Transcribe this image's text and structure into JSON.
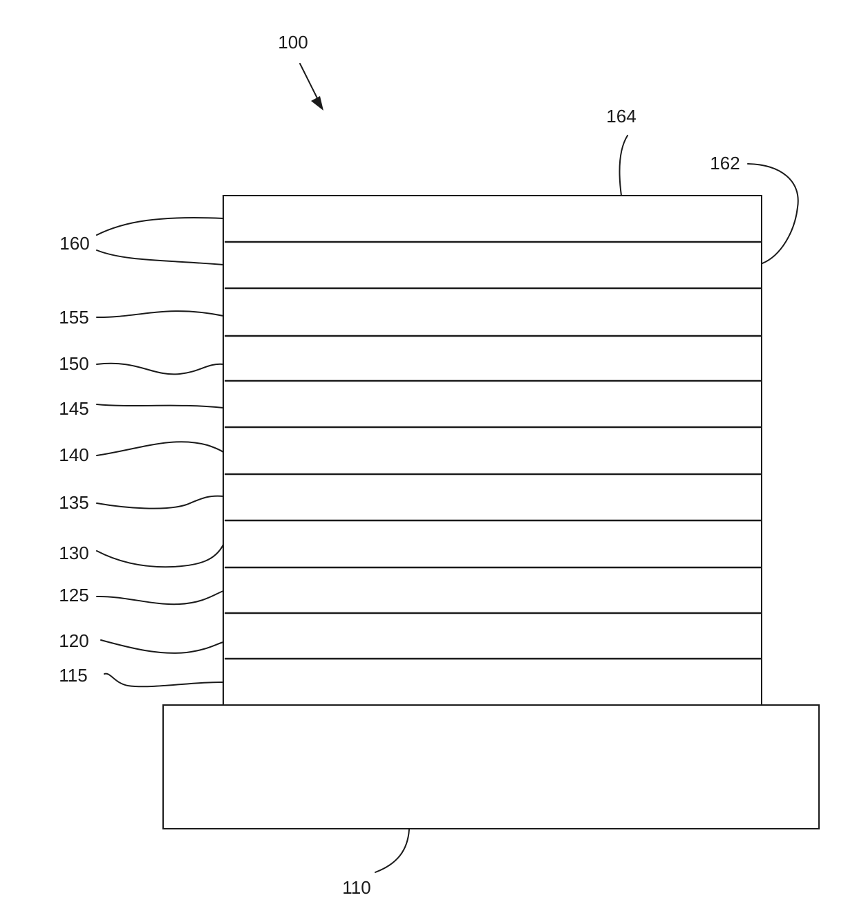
{
  "figure": {
    "device_label": "100",
    "substrate_label": "110",
    "top_surface_label": "164",
    "side_surface_label": "162",
    "layer_labels": {
      "l160": "160",
      "l155": "155",
      "l150": "150",
      "l145": "145",
      "l140": "140",
      "l135": "135",
      "l130": "130",
      "l125": "125",
      "l120": "120",
      "l115": "115"
    }
  }
}
